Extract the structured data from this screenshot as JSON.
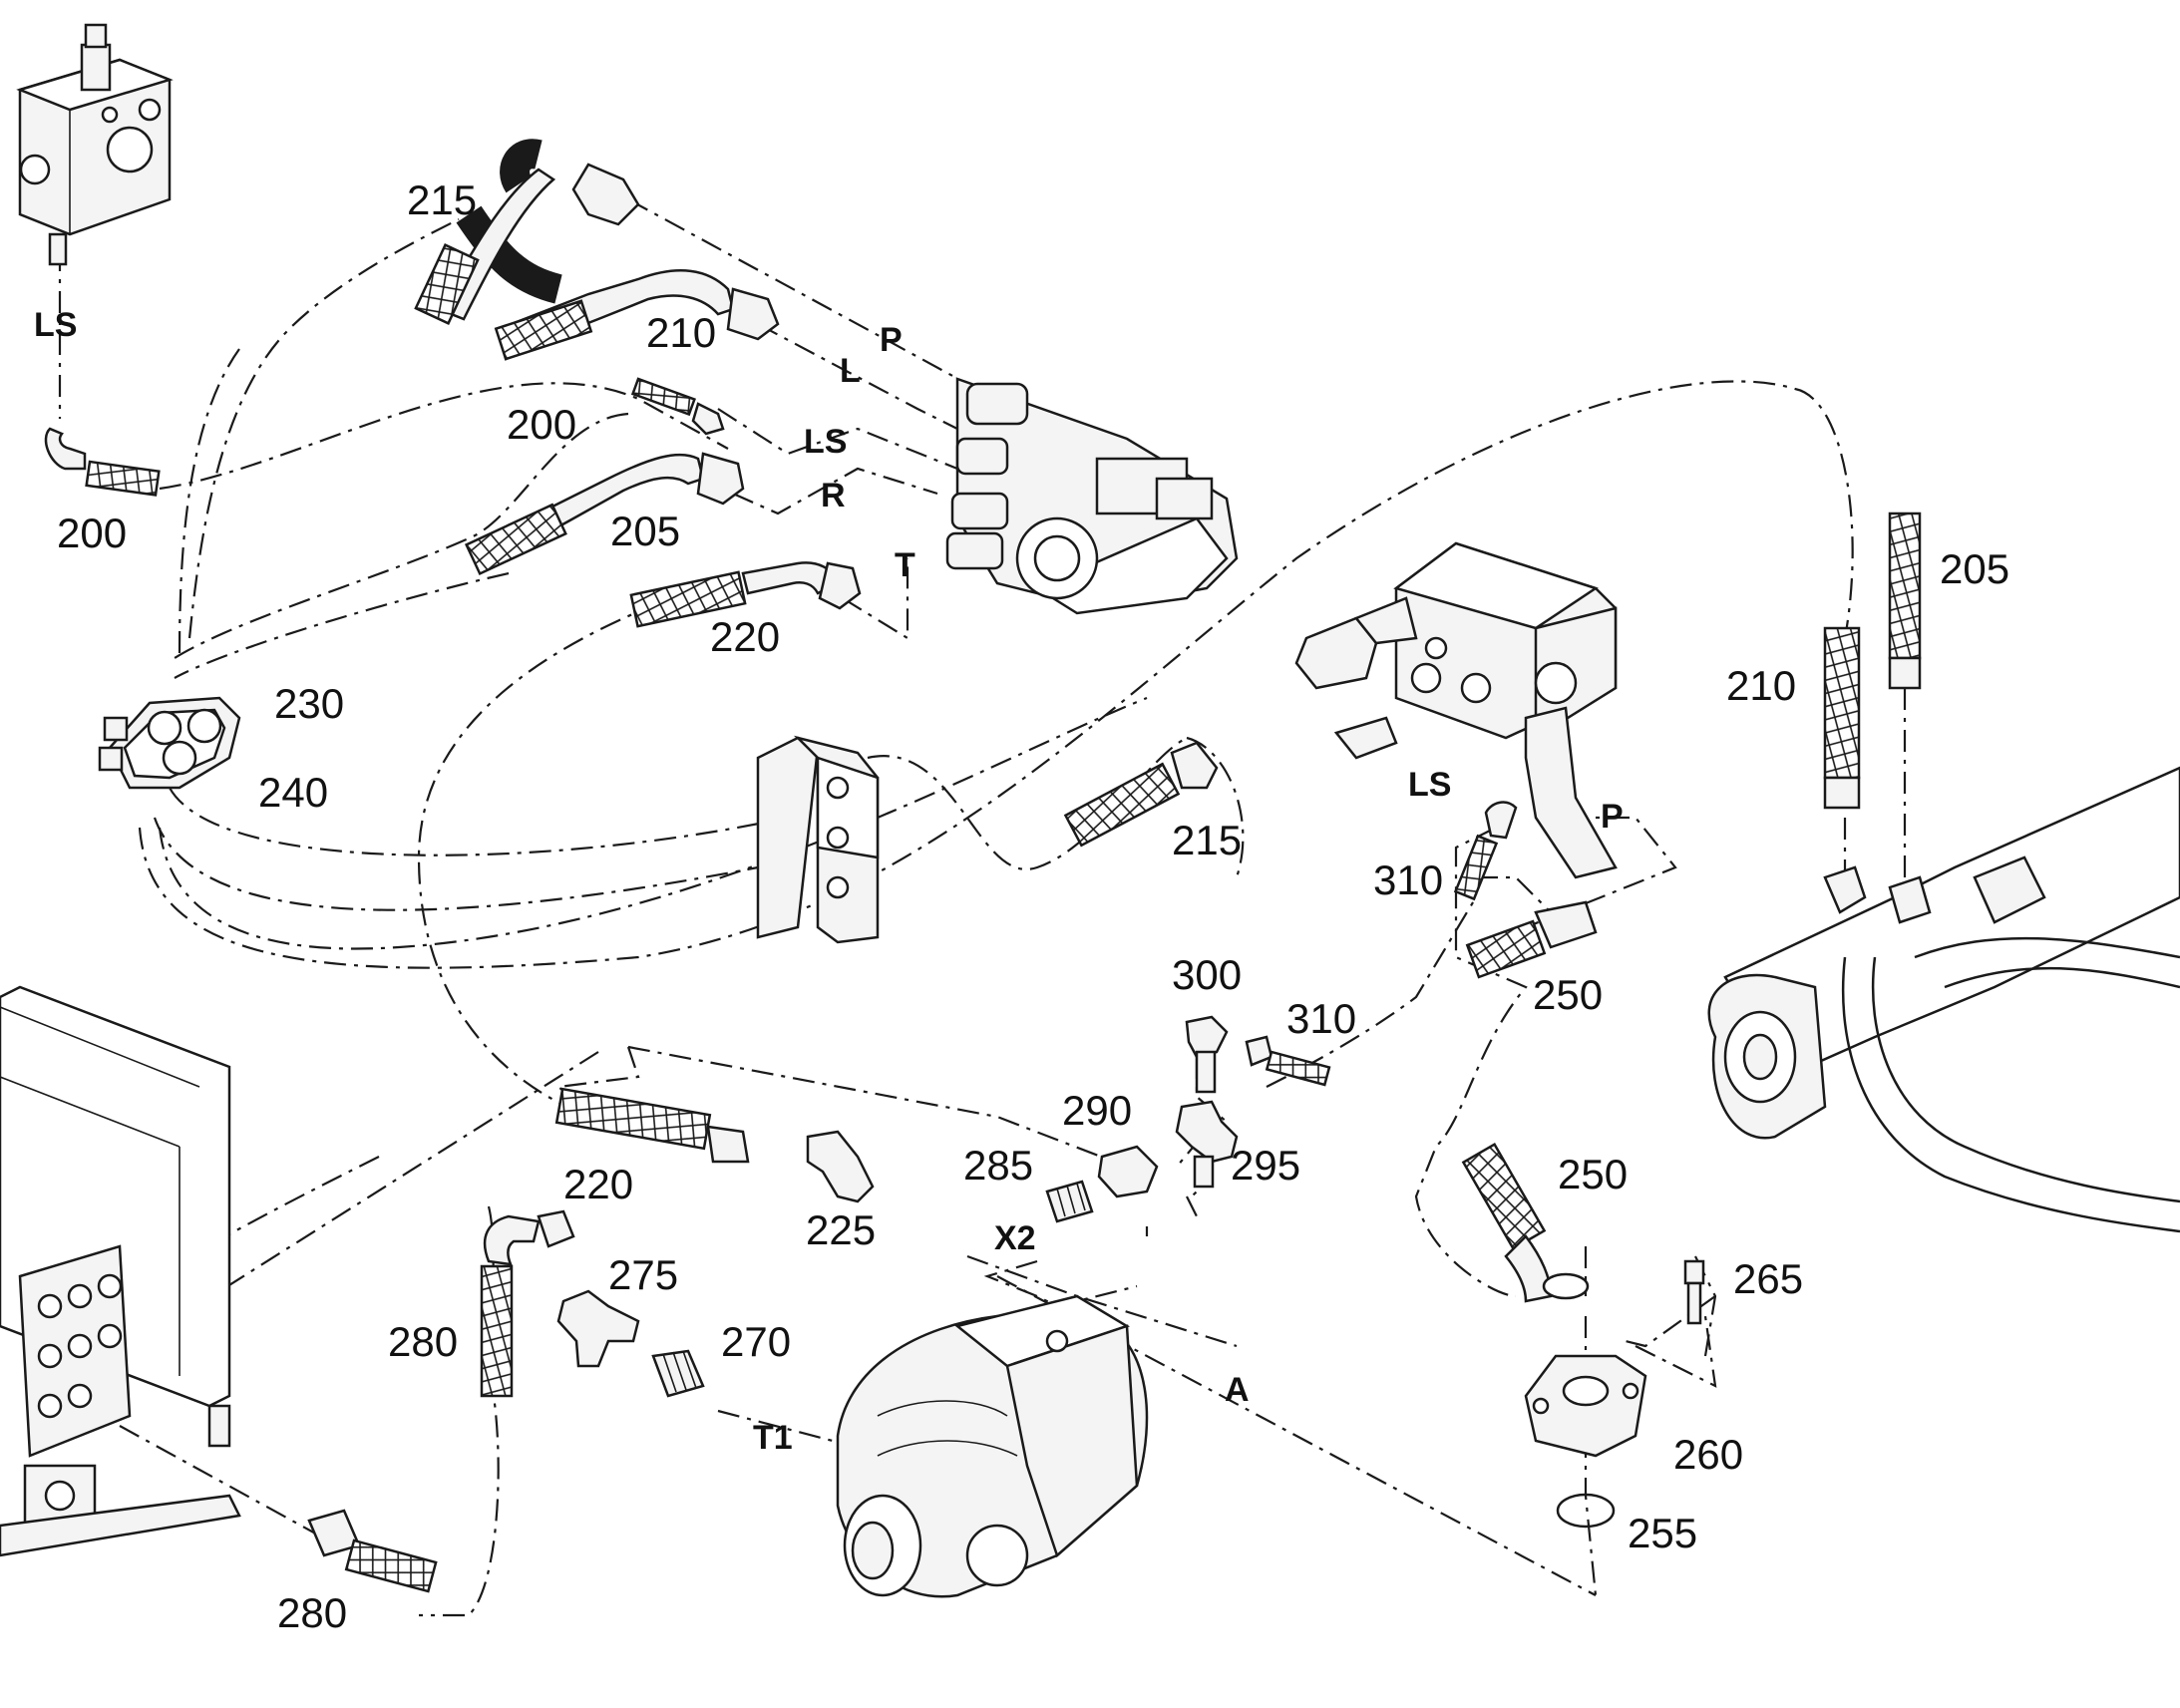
{
  "callouts": {
    "c215a": "215",
    "c210a": "210",
    "c200a": "200",
    "c200b": "200",
    "c205a": "205",
    "c220a": "220",
    "c230": "230",
    "c240": "240",
    "c215b": "215",
    "c310a": "310",
    "c250a": "250",
    "c300": "300",
    "c310b": "310",
    "c290": "290",
    "c285": "285",
    "c295": "295",
    "c220b": "220",
    "c225": "225",
    "c250b": "250",
    "c275": "275",
    "c280a": "280",
    "c270": "270",
    "c265": "265",
    "c260": "260",
    "c255": "255",
    "c280b": "280",
    "c210b": "210",
    "c205b": "205"
  },
  "ports": {
    "ls_top": "LS",
    "p1": "P",
    "l": "L",
    "ls1": "LS",
    "r": "R",
    "t": "T",
    "ls2": "LS",
    "p2": "P",
    "x2": "X2",
    "a": "A",
    "t1": "T1"
  }
}
